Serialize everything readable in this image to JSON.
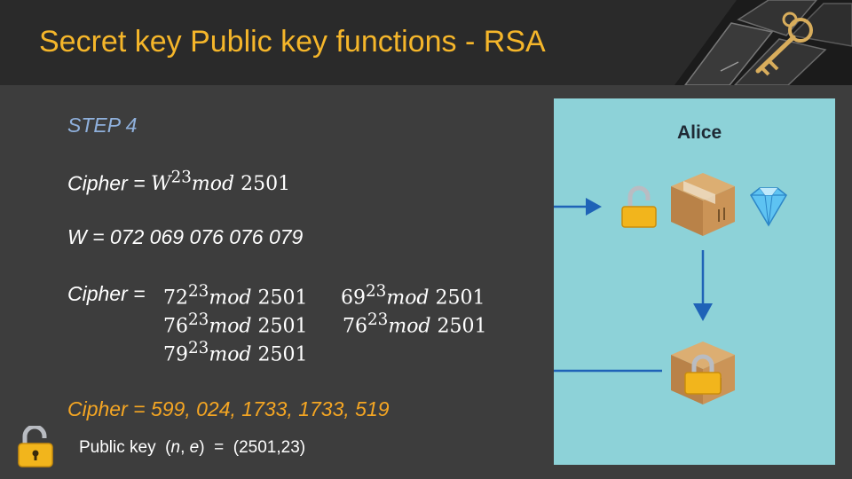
{
  "slide": {
    "title": "Secret key Public key functions - RSA"
  },
  "content": {
    "step": "STEP 4",
    "cipher_label": "Cipher = ",
    "cipher_formula": {
      "base": "W",
      "exp": "23",
      "mod_word": "mod",
      "modulus": "2501"
    },
    "w_line": "W = 072 069 076 076 079",
    "cipher_terms": [
      {
        "base": "72",
        "exp": "23",
        "mod_word": "mod",
        "modulus": "2501"
      },
      {
        "base": "69",
        "exp": "23",
        "mod_word": "mod",
        "modulus": "2501"
      },
      {
        "base": "76",
        "exp": "23",
        "mod_word": "mod",
        "modulus": "2501"
      },
      {
        "base": "76",
        "exp": "23",
        "mod_word": "mod",
        "modulus": "2501"
      },
      {
        "base": "79",
        "exp": "23",
        "mod_word": "mod",
        "modulus": "2501"
      }
    ],
    "result": "Cipher = 599, 024, 1733, 1733, 519"
  },
  "public_key": {
    "label": "Public key",
    "paren_open": "(",
    "n": "n",
    "comma": ", ",
    "e": "e",
    "paren_close": ")",
    "equals": " = ",
    "value": "(2501,23)"
  },
  "diagram": {
    "person": "Alice",
    "icons": [
      "open-padlock-icon",
      "box-icon",
      "diamond-icon",
      "locked-box-icon"
    ],
    "colors": {
      "panel": "#8dd2d8",
      "arrow": "#1f63b7",
      "title": "#f5b62a",
      "result": "#f5a623",
      "step": "#8fb0dc"
    }
  }
}
